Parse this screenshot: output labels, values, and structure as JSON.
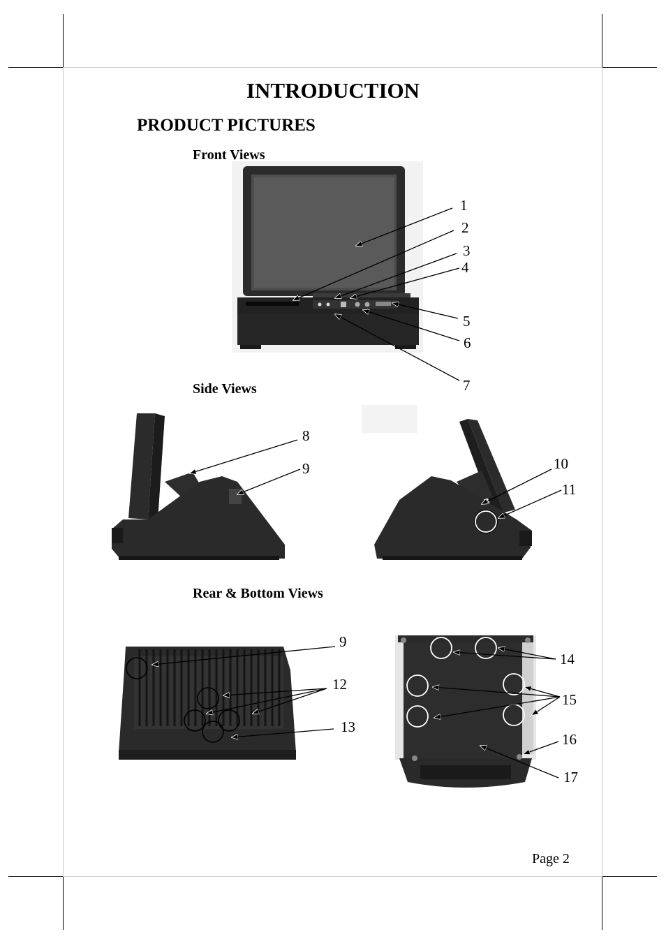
{
  "title": "INTRODUCTION",
  "section": "PRODUCT PICTURES",
  "views": {
    "front": "Front Views",
    "side": "Side Views",
    "rear": "Rear & Bottom Views"
  },
  "callouts": {
    "c1": "1",
    "c2": "2",
    "c3": "3",
    "c4": "4",
    "c5": "5",
    "c6": "6",
    "c7": "7",
    "c8": "8",
    "c9a": "9",
    "c10": "10",
    "c11": "11",
    "c9b": "9",
    "c12": "12",
    "c13": "13",
    "c14": "14",
    "c15": "15",
    "c16": "16",
    "c17": "17"
  },
  "footer": {
    "page": "Page 2"
  },
  "colors": {
    "device": "#2b2b2b",
    "screen": "#4a4a4a",
    "frame": "#c8c8c8"
  }
}
